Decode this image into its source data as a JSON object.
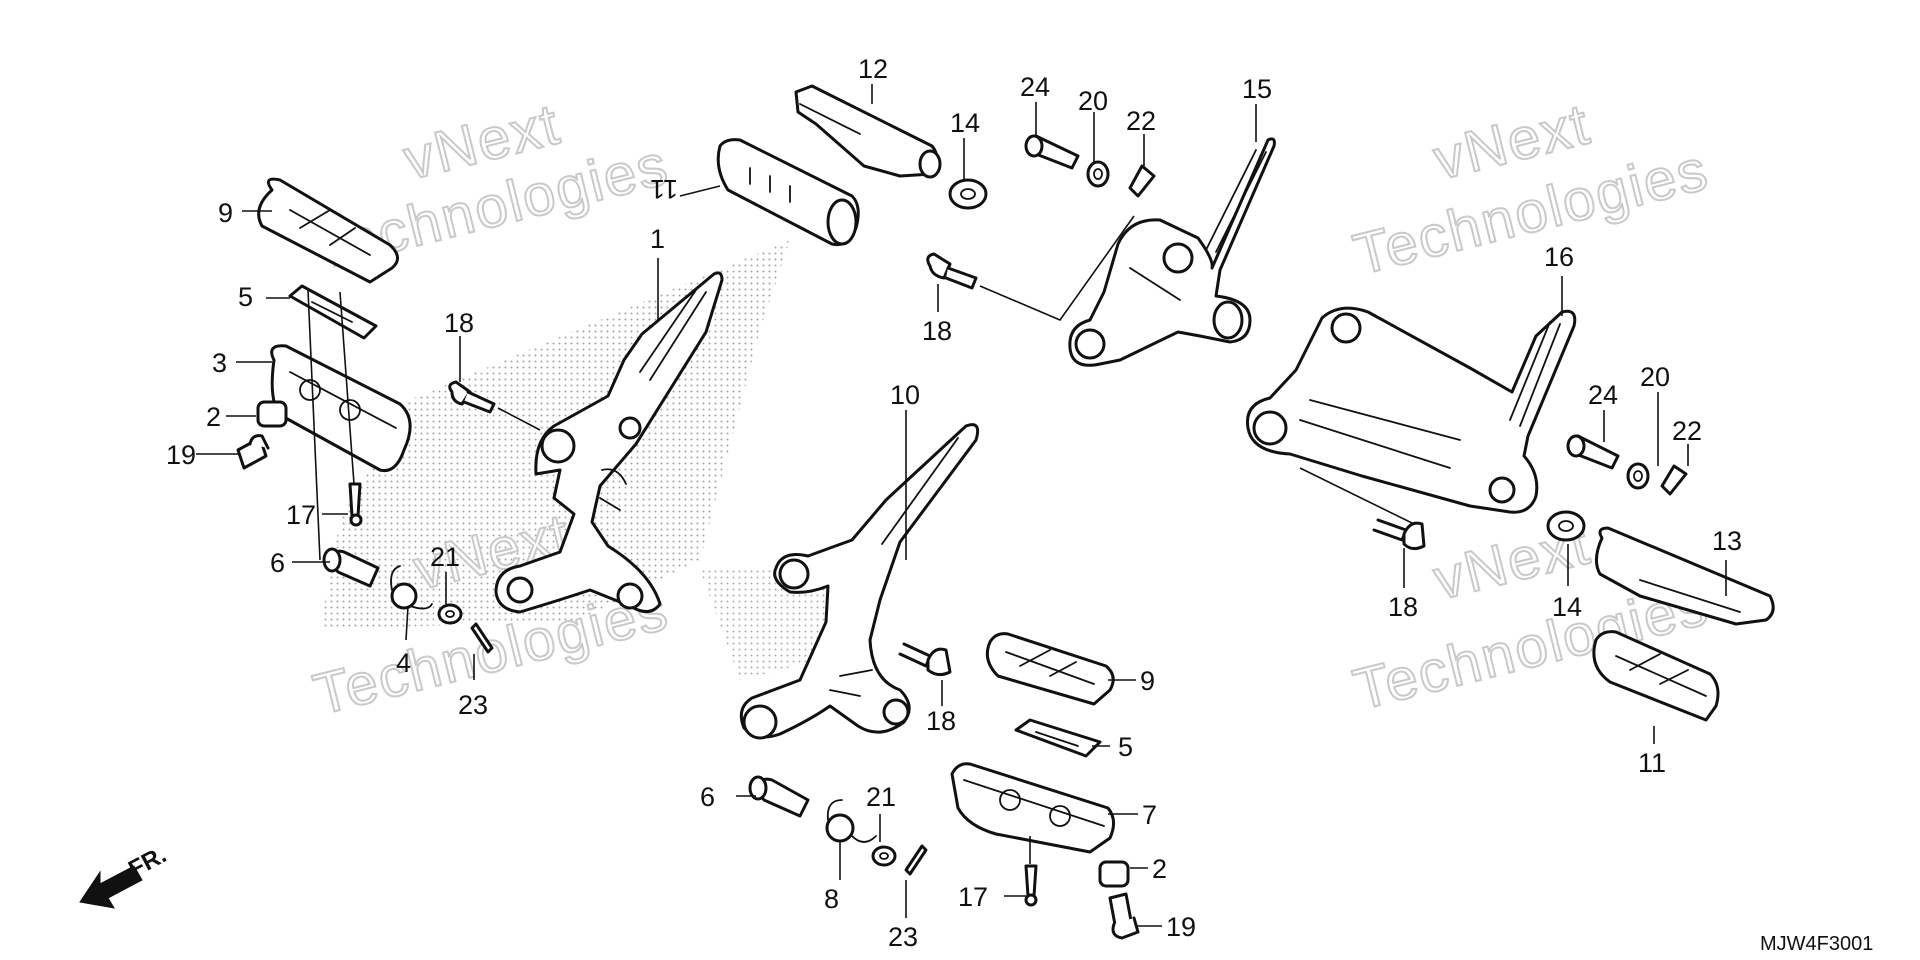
{
  "diagram_code": "MJW4F3001",
  "front_marker": "FR.",
  "watermark": {
    "line1": "vNext",
    "line2": "Technologies"
  },
  "callouts": {
    "c1": "1",
    "c2a": "2",
    "c2b": "2",
    "c3": "3",
    "c4": "4",
    "c5a": "5",
    "c5b": "5",
    "c6a": "6",
    "c6b": "6",
    "c7": "7",
    "c8": "8",
    "c9a": "9",
    "c9b": "9",
    "c10": "10",
    "c11a": "11",
    "c11b": "11",
    "c12": "12",
    "c13": "13",
    "c14a": "14",
    "c14b": "14",
    "c15": "15",
    "c16": "16",
    "c17a": "17",
    "c17b": "17",
    "c18a": "18",
    "c18b": "18",
    "c18c": "18",
    "c18d": "18",
    "c19a": "19",
    "c19b": "19",
    "c20a": "20",
    "c20b": "20",
    "c21a": "21",
    "c21b": "21",
    "c22a": "22",
    "c22b": "22",
    "c23a": "23",
    "c23b": "23",
    "c24a": "24",
    "c24b": "24"
  }
}
